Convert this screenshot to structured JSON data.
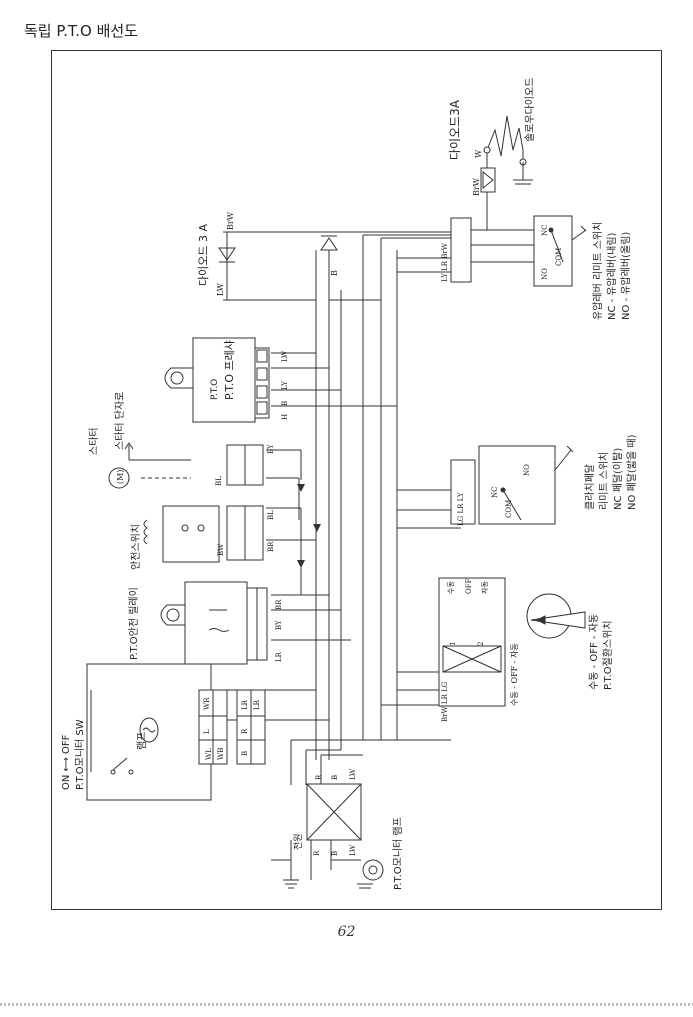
{
  "page": {
    "title": "독립 P.T.O 배선도",
    "page_number": "62"
  },
  "labels": {
    "diode_top": "다이오드3A",
    "solenoid": "솔로우다이오드",
    "limit_sw_title": "유압레버 리미트 스위치",
    "limit_sw_nc": "NC - 유압레버(내림)",
    "limit_sw_no": "NO - 유압레버(올림)",
    "diode_mid": "다이오드 3 A",
    "relay_box": "P.T.O 프레샤",
    "starter": "스타터",
    "starter_terminal": "스타터 단자로",
    "safety_sw": "안전스위치",
    "pto_relay": "P.T.O안전 릴레이",
    "clutch_title": "클라치페달",
    "clutch_sub": "리미트 스위치",
    "clutch_nc": "NC 페달(이탈)",
    "clutch_no": "NO 페달(밟을 때)",
    "mode_sw_1": "수동 - OFF - 자동",
    "mode_sw_2": "P.T.O절환스위치",
    "mode_manual": "수동",
    "mode_off": "OFF",
    "mode_auto": "자동",
    "mode_row": "수동 - OFF - 자동",
    "pto_sw_1": "ON ⟷ OFF",
    "pto_sw_2": "P.T.O모니터 SW",
    "lamp": "램프",
    "monitor_lamp": "P.T.O모니터 램프",
    "power": "전원",
    "w": {
      "brw": "BrW",
      "w": "W",
      "lw": "LW",
      "b": "B",
      "ly": "LY",
      "lr": "LR",
      "l": "L",
      "by": "BY",
      "bl": "BL",
      "br": "BR",
      "bw": "BW",
      "lg": "LG",
      "wr": "WR",
      "wb": "WB",
      "wl": "WL",
      "r": "R",
      "nc": "NC",
      "no": "NO",
      "com": "COM",
      "h": "H",
      "sp": "(M)",
      "one": "1",
      "two": "2"
    }
  }
}
